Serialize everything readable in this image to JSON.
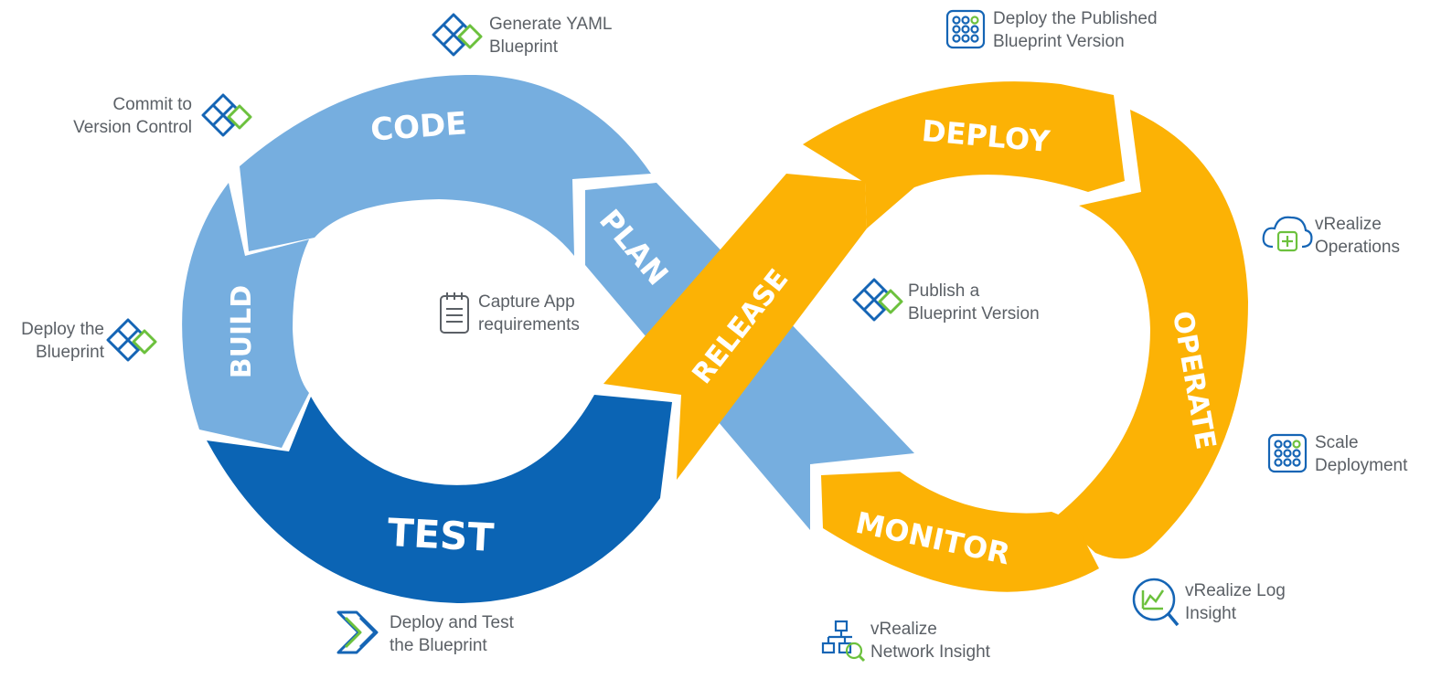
{
  "stages": {
    "code": "CODE",
    "plan": "PLAN",
    "build": "BUILD",
    "test": "TEST",
    "release": "RELEASE",
    "deploy": "DEPLOY",
    "operate": "OPERATE",
    "monitor": "MONITOR"
  },
  "labels": {
    "generate_yaml": [
      "Generate YAML",
      "Blueprint"
    ],
    "commit": [
      "Commit to",
      "Version Control"
    ],
    "deploy_blueprint": [
      "Deploy the",
      "Blueprint"
    ],
    "capture": [
      "Capture App",
      "requirements"
    ],
    "deploy_test": [
      "Deploy and Test",
      "the Blueprint"
    ],
    "deploy_published": [
      "Deploy the Published",
      "Blueprint Version"
    ],
    "publish": [
      "Publish a",
      "Blueprint Version"
    ],
    "vrops": [
      "vRealize",
      "Operations"
    ],
    "scale": [
      "Scale",
      "Deployment"
    ],
    "vrli": [
      "vRealize Log",
      "Insight"
    ],
    "vrni": [
      "vRealize",
      "Network Insight"
    ]
  },
  "colors": {
    "light_blue": "#76aedf",
    "dark_blue": "#0b64b4",
    "orange": "#fcb205",
    "label_text": "#5b6066",
    "icon_blue": "#1565b5",
    "icon_green": "#6cc13d"
  },
  "icons": {
    "generate_yaml": "blueprint-diamond-icon",
    "commit": "blueprint-diamond-icon",
    "deploy_blueprint": "blueprint-diamond-icon",
    "capture": "notepad-icon",
    "deploy_test": "chevron-arrows-icon",
    "deploy_published": "grid-dots-icon",
    "publish": "blueprint-diamond-icon",
    "vrops": "cloud-plus-icon",
    "scale": "grid-dots-icon",
    "vrli": "chart-magnifier-icon",
    "vrni": "network-magnifier-icon"
  }
}
